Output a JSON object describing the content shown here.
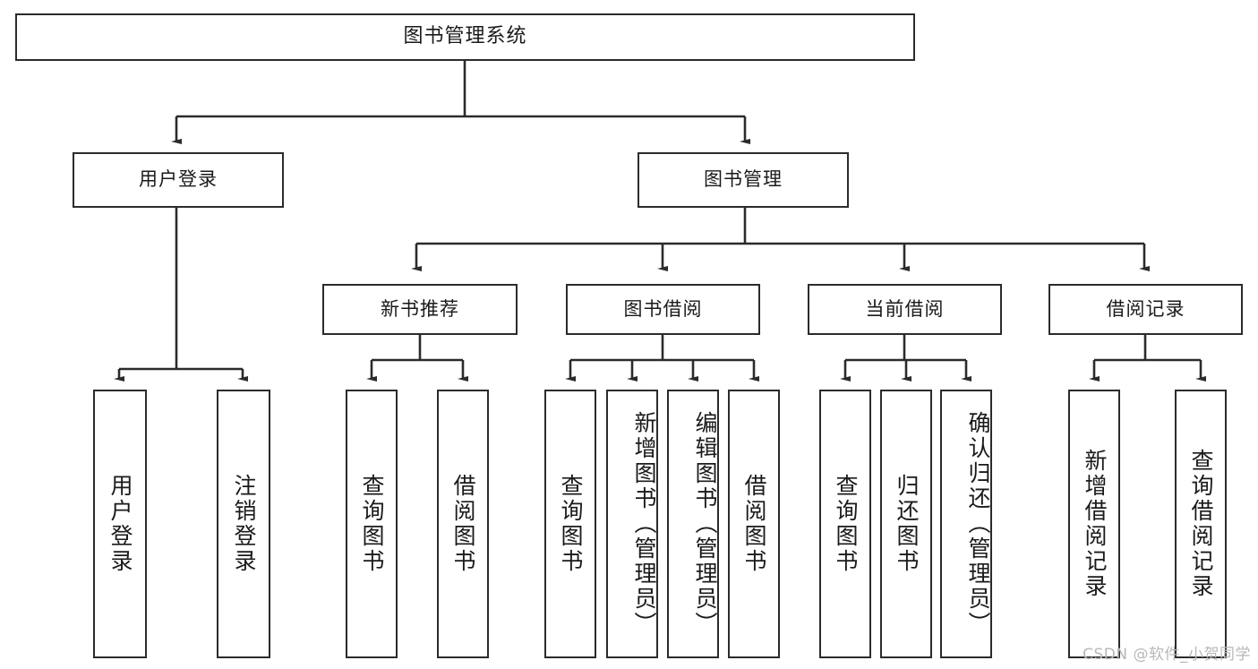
{
  "diagram": {
    "title": "图书管理系统",
    "type": "tree-hierarchy-chart",
    "watermark": "CSDN @软件_小贺同学",
    "colors": {
      "box_border": "#2b2b2b",
      "box_fill": "#ffffff",
      "edge": "#2b2b2b",
      "text": "#1a1a1a",
      "watermark": "#b8b8b8",
      "background": "#ffffff"
    },
    "levels": {
      "root": {
        "label": "图书管理系统"
      },
      "level2": [
        {
          "id": "user-login",
          "label": "用户登录"
        },
        {
          "id": "book-manage",
          "label": "图书管理"
        }
      ],
      "level3": [
        {
          "id": "new-book-recommend",
          "label": "新书推荐",
          "parent": "book-manage"
        },
        {
          "id": "book-borrow",
          "label": "图书借阅",
          "parent": "book-manage"
        },
        {
          "id": "current-borrow",
          "label": "当前借阅",
          "parent": "book-manage"
        },
        {
          "id": "borrow-record",
          "label": "借阅记录",
          "parent": "book-manage"
        }
      ],
      "leaves": [
        {
          "id": "leaf-user-login",
          "label": "用户登录",
          "parent": "user-login"
        },
        {
          "id": "leaf-logout",
          "label": "注销登录",
          "parent": "user-login"
        },
        {
          "id": "leaf-query-book-1",
          "label": "查询图书",
          "parent": "new-book-recommend"
        },
        {
          "id": "leaf-borrow-book-1",
          "label": "借阅图书",
          "parent": "new-book-recommend"
        },
        {
          "id": "leaf-query-book-2",
          "label": "查询图书",
          "parent": "book-borrow"
        },
        {
          "id": "leaf-add-book",
          "label": "新增图书（管理员）",
          "parent": "book-borrow"
        },
        {
          "id": "leaf-edit-book",
          "label": "编辑图书（管理员）",
          "parent": "book-borrow"
        },
        {
          "id": "leaf-borrow-book-2",
          "label": "借阅图书",
          "parent": "book-borrow"
        },
        {
          "id": "leaf-query-book-3",
          "label": "查询图书",
          "parent": "current-borrow"
        },
        {
          "id": "leaf-return-book",
          "label": "归还图书",
          "parent": "current-borrow"
        },
        {
          "id": "leaf-confirm-return",
          "label": "确认归还（管理员）",
          "parent": "current-borrow"
        },
        {
          "id": "leaf-add-record",
          "label": "新增借阅记录",
          "parent": "borrow-record"
        },
        {
          "id": "leaf-query-record",
          "label": "查询借阅记录",
          "parent": "borrow-record"
        }
      ]
    }
  }
}
